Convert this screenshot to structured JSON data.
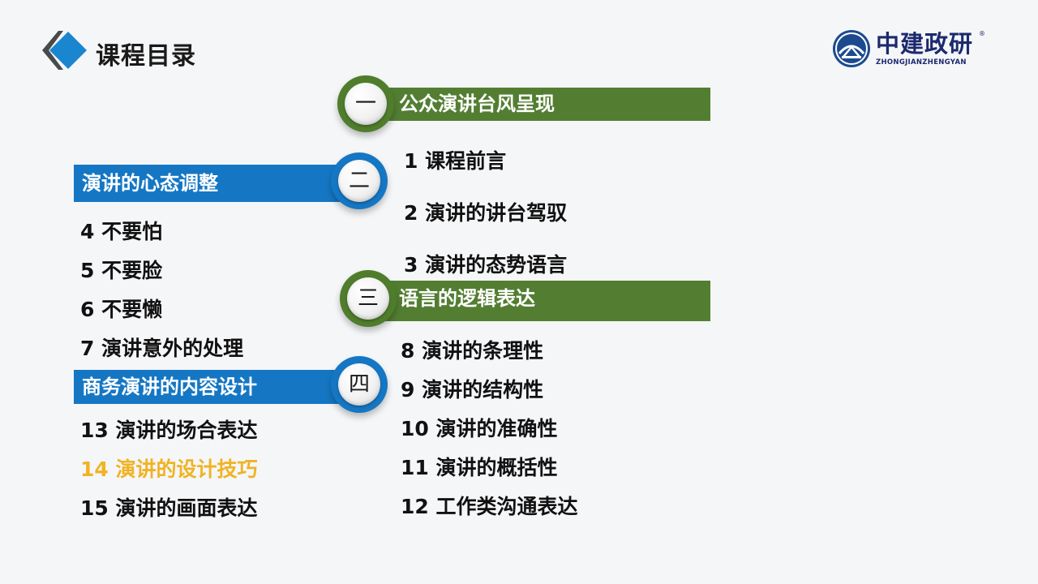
{
  "header": {
    "title": "课程目录"
  },
  "logo": {
    "name_cn": "中建政研",
    "name_en": "ZHONGJIANZHENGYAN",
    "registered": "®"
  },
  "colors": {
    "green": "#537e32",
    "blue": "#1577c4",
    "highlight": "#f0b323"
  },
  "sections": [
    {
      "numeral": "一",
      "title": "公众演讲台风呈现",
      "color": "green",
      "items": [
        "1 课程前言",
        "2 演讲的讲台驾驭",
        "3 演讲的态势语言"
      ]
    },
    {
      "numeral": "二",
      "title": "演讲的心态调整",
      "color": "blue",
      "items": [
        "4 不要怕",
        "5 不要脸",
        "6 不要懒",
        "7 演讲意外的处理"
      ]
    },
    {
      "numeral": "三",
      "title": "语言的逻辑表达",
      "color": "green",
      "items": [
        "8 演讲的条理性",
        "9 演讲的结构性",
        "10 演讲的准确性",
        "11 演讲的概括性",
        "12 工作类沟通表达"
      ]
    },
    {
      "numeral": "四",
      "title": "商务演讲的内容设计",
      "color": "blue",
      "items": [
        "13 演讲的场合表达",
        "14 演讲的设计技巧",
        "15 演讲的画面表达"
      ],
      "highlighted_item": "14 演讲的设计技巧"
    }
  ]
}
